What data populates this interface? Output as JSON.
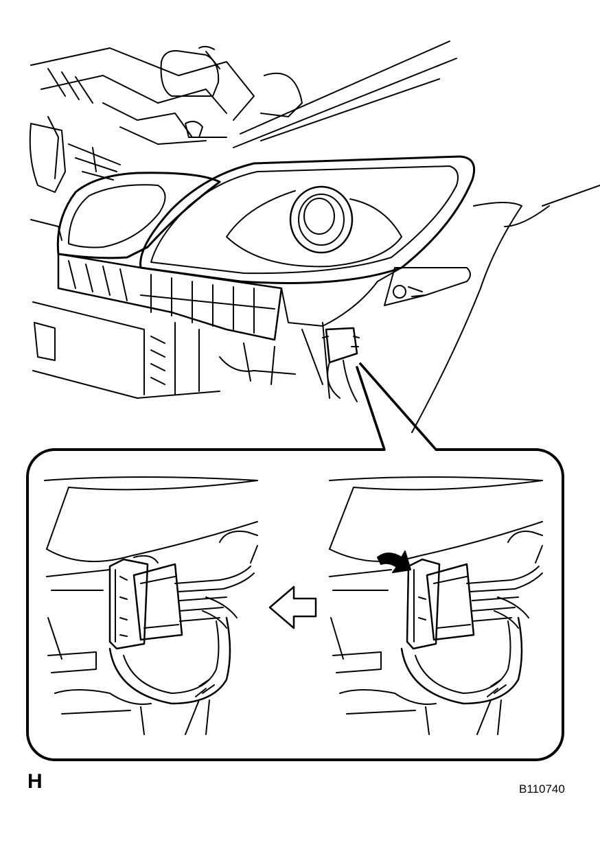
{
  "figure": {
    "section_letter": "H",
    "figure_code": "B110740",
    "panels": [
      {
        "id": "left",
        "state": "disconnected"
      },
      {
        "id": "right",
        "state": "connected",
        "shows_release_arrow": true
      }
    ],
    "direction_arrow": "left"
  },
  "colors": {
    "line": "#000000",
    "background": "#ffffff"
  }
}
